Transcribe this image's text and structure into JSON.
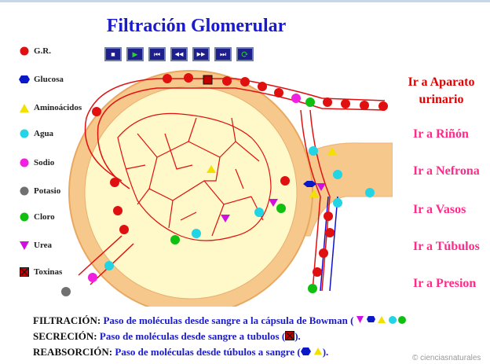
{
  "title": "Filtración Glomerular",
  "controls": [
    {
      "name": "stop-button",
      "glyph": "■"
    },
    {
      "name": "play-button",
      "glyph": "▶"
    },
    {
      "name": "first-button",
      "glyph": "⏮"
    },
    {
      "name": "rewind-button",
      "glyph": "◀◀"
    },
    {
      "name": "forward-button",
      "glyph": "▶▶"
    },
    {
      "name": "last-button",
      "glyph": "⏭"
    },
    {
      "name": "loop-button",
      "glyph": "⟳"
    }
  ],
  "legend": [
    {
      "label": "G.R.",
      "color": "#e01010",
      "shape": "circle"
    },
    {
      "label": "Glucosa",
      "color": "#0a18c8",
      "shape": "hexagon"
    },
    {
      "label": "Aminoácidos",
      "color": "#f2e000",
      "shape": "triangle-up"
    },
    {
      "label": "Agua",
      "color": "#22d4e4",
      "shape": "circle"
    },
    {
      "label": "Sodio",
      "color": "#f020e0",
      "shape": "circle"
    },
    {
      "label": "Potasio",
      "color": "#707070",
      "shape": "circle"
    },
    {
      "label": "Cloro",
      "color": "#10c010",
      "shape": "circle"
    },
    {
      "label": "Urea",
      "color": "#d010e0",
      "shape": "triangle-down"
    },
    {
      "label": "Toxinas",
      "color": "#c00000",
      "shape": "box-x"
    }
  ],
  "links": {
    "aparato": "Ir a Aparato urinario",
    "rinon": "Ir a Riñón",
    "nefrona": "Ir a Nefrona",
    "vasos": "Ir a Vasos",
    "tubulos": "Ir a Túbulos",
    "presion": "Ir a Presion"
  },
  "bottom": {
    "filtracion_k": "FILTRACIÓN:",
    "filtracion_v": "Paso de moléculas desde sangre  a la cápsula de Bowman (",
    "secrecion_k": "SECRECIÓN:",
    "secrecion_v": "Paso de moléculas desde sangre a tubulos (",
    "secrecion_end": ").",
    "reabsorcion_k": "REABSORCIÓN:",
    "reabsorcion_v": "Paso de moléculas desde túbulos a sangre (",
    "reabsorcion_end": ")."
  },
  "copyright": "© cienciasnaturales"
}
